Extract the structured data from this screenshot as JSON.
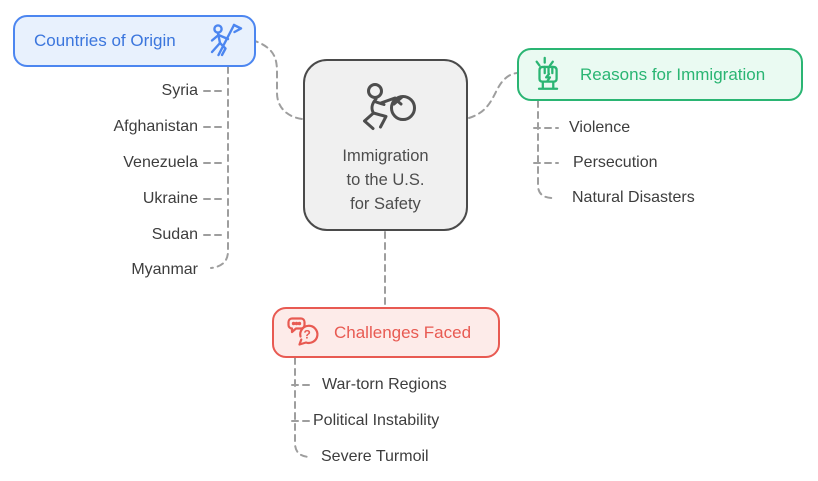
{
  "diagram": {
    "type": "mindmap",
    "background": "#ffffff",
    "connector_color": "#9e9e9e",
    "item_text_color": "#3d3d3d"
  },
  "center": {
    "label_lines": {
      "line1": "Immigration",
      "line2": "to the U.S.",
      "line3": "for Safety"
    },
    "icon": "refugee-running-with-sack-icon",
    "border_color": "#4a4a4a",
    "background": "#f0f0f0",
    "text_color": "#4d4d4d"
  },
  "branches": {
    "countries": {
      "label": "Countries of Origin",
      "icon": "person-with-flag-icon",
      "text_color": "#3b76dd",
      "border_color": "#4c86f0",
      "background": "#e8f1fd",
      "items": [
        "Syria",
        "Afghanistan",
        "Venezuela",
        "Ukraine",
        "Sudan",
        "Myanmar"
      ]
    },
    "reasons": {
      "label": "Reasons for Immigration",
      "icon": "raised-fist-icon",
      "text_color": "#2ab573",
      "border_color": "#2ab573",
      "background": "#eafaf2",
      "items": [
        "Violence",
        "Persecution",
        "Natural Disasters"
      ]
    },
    "challenges": {
      "label": "Challenges Faced",
      "icon": "chat-question-icon",
      "text_color": "#e85a52",
      "border_color": "#e85a52",
      "background": "#fdebe9",
      "items": [
        "War-torn Regions",
        "Political Instability",
        "Severe Turmoil"
      ]
    }
  }
}
